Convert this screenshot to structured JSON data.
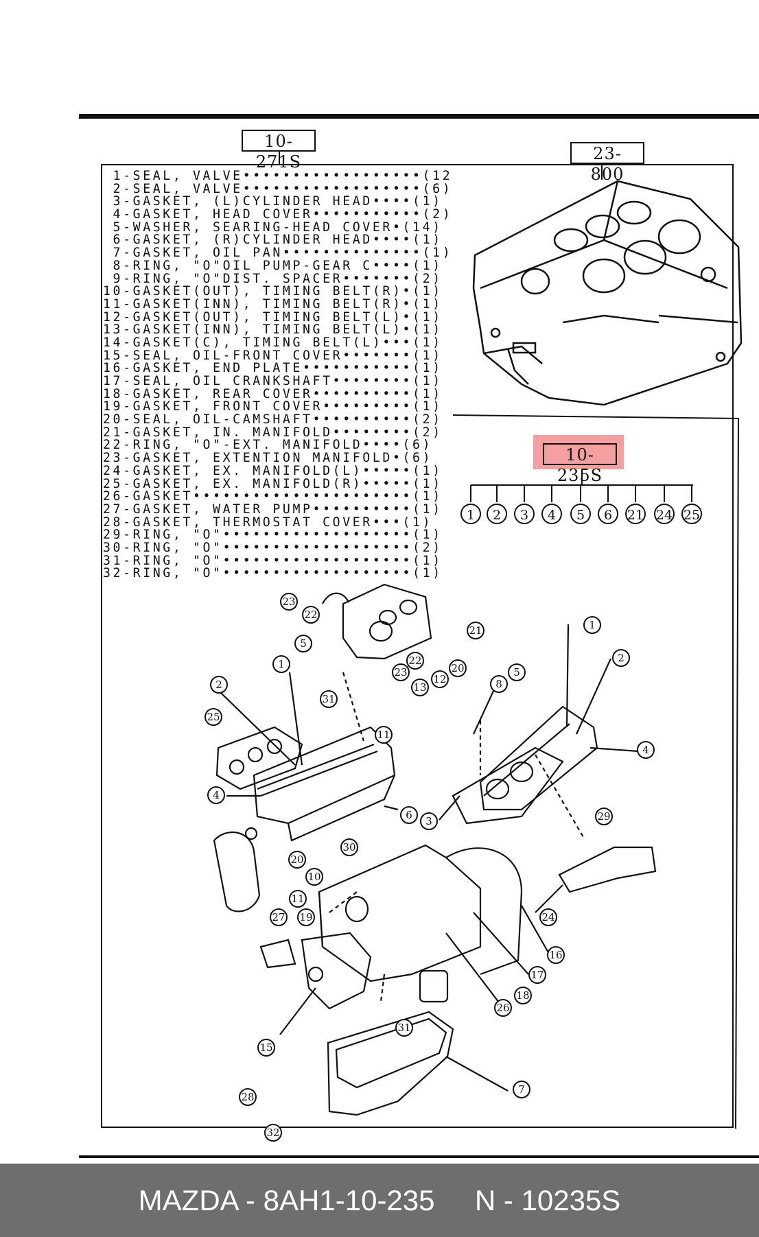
{
  "labels": {
    "kit_label": "10-271S",
    "block_label": "23-800",
    "highlight_label": "10-235S"
  },
  "parts_list": [
    " 1-SEAL, VALVE••••••••••••••••••(12)",
    " 2-SEAL, VALVE••••••••••••••••••(6)",
    " 3-GASKET, (L)CYLINDER HEAD••••(1)",
    " 4-GASKET, HEAD COVER•••••••••••(2)",
    " 5-WASHER, SEARING-HEAD COVER•(14)",
    " 6-GASKET, (R)CYLINDER HEAD••••(1)",
    " 7-GASKET, OIL PAN••••••••••••••(1)",
    " 8-RING, \"O\"OIL PUMP-GEAR C••••(1)",
    " 9-RING, \"O\"DIST. SPACER•••••••(2)",
    "10-GASKET(OUT), TIMING BELT(R)•(1)",
    "11-GASKET(INN), TIMING BELT(R)•(1)",
    "12-GASKET(OUT), TIMING BELT(L)•(1)",
    "13-GASKET(INN), TIMING BELT(L)•(1)",
    "14-GASKET(C), TIMING BELT(L)•••(1)",
    "15-SEAL, OIL-FRONT COVER•••••••(1)",
    "16-GASKET, END PLATE•••••••••••(1)",
    "17-SEAL, OIL CRANKSHAFT••••••••(1)",
    "18-GASKET, REAR COVER••••••••••(1)",
    "19-GASKET, FRONT COVER•••••••••(1)",
    "20-SEAL, OIL-CAMSHAFT••••••••••(2)",
    "21-GASKET, IN. MANIFOLD••••••••(2)",
    "22-RING, \"O\"-EXT. MANIFOLD••••(6)",
    "23-GASKET, EXTENTION MANIFOLD•(6)",
    "24-GASKET, EX. MANIFOLD(L)•••••(1)",
    "25-GASKET, EX. MANIFOLD(R)•••••(1)",
    "26-GASKET••••••••••••••••••••••(1)",
    "27-GASKET, WATER PUMP••••••••••(1)",
    "28-GASKET, THERMOSTAT COVER•••(1)",
    "29-RING, \"O\"•••••••••••••••••••(1)",
    "30-RING, \"O\"•••••••••••••••••••(2)",
    "31-RING, \"O\"•••••••••••••••••••(1)",
    "32-RING, \"O\"•••••••••••••••••••(1)"
  ],
  "kit_contents": [
    "1",
    "2",
    "3",
    "4",
    "5",
    "6",
    "21",
    "24",
    "25"
  ],
  "callouts": [
    "23",
    "22",
    "21",
    "5",
    "1",
    "22",
    "23",
    "20",
    "12",
    "13",
    "8",
    "5",
    "1",
    "2",
    "2",
    "31",
    "25",
    "11",
    "4",
    "4",
    "6",
    "3",
    "29",
    "20",
    "30",
    "10",
    "11",
    "24",
    "27",
    "19",
    "16",
    "17",
    "18",
    "26",
    "31",
    "15",
    "28",
    "32",
    "7"
  ],
  "footer": {
    "text": "MAZDA - 8AH1-10-235     N - 10235S"
  },
  "colors": {
    "highlight": "#f08080",
    "footer_bg": "#6e6e6e"
  }
}
